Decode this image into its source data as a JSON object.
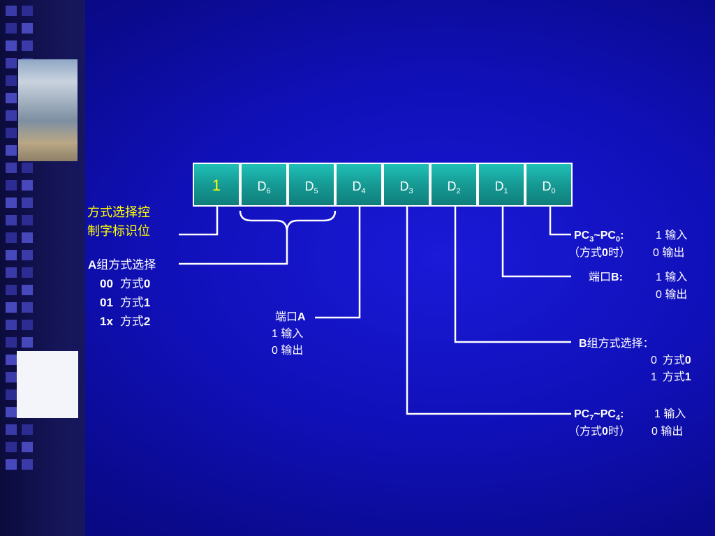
{
  "register": {
    "cells": [
      {
        "main": "1",
        "sub": ""
      },
      {
        "main": "D",
        "sub": "6"
      },
      {
        "main": "D",
        "sub": "5"
      },
      {
        "main": "D",
        "sub": "4"
      },
      {
        "main": "D",
        "sub": "3"
      },
      {
        "main": "D",
        "sub": "2"
      },
      {
        "main": "D",
        "sub": "1"
      },
      {
        "main": "D",
        "sub": "0"
      }
    ]
  },
  "flag_label": {
    "line1": "方式选择控",
    "line2": "制字标识位"
  },
  "group_a": {
    "title_bold": "A",
    "title_rest": "组方式选择",
    "rows": [
      {
        "code": "00",
        "text": "方式",
        "num": "0"
      },
      {
        "code": "01",
        "text": "方式",
        "num": "1"
      },
      {
        "code": "1x",
        "text": "方式",
        "num": "2"
      }
    ]
  },
  "port_a": {
    "title": "端口",
    "title_bold": "A",
    "input": "1 输入",
    "output": "0 输出"
  },
  "pc_low": {
    "range": [
      "PC",
      "3",
      "~PC",
      "0",
      ":"
    ],
    "paren_open": "（方式",
    "paren_num": "0",
    "paren_close": "时）",
    "input": "1 输入",
    "output": "0 输出"
  },
  "port_b": {
    "title": "端口",
    "title_bold": "B:",
    "input": "1 输入",
    "output": "0 输出"
  },
  "group_b": {
    "title_bold": "B",
    "title_rest": "组方式选择：",
    "rows": [
      {
        "code": "0",
        "text": "方式",
        "num": "0"
      },
      {
        "code": "1",
        "text": "方式",
        "num": "1"
      }
    ]
  },
  "pc_high": {
    "range": [
      "PC",
      "7",
      "~PC",
      "4",
      ":"
    ],
    "paren_open": "（方式",
    "paren_num": "0",
    "paren_close": "时）",
    "input": "1 输入",
    "output": "0 输出"
  },
  "colors": {
    "cell_fill": "#1aa7a0",
    "cell_border": "#ffffff",
    "flag_text": "#ffff00",
    "line": "#ffffff"
  }
}
